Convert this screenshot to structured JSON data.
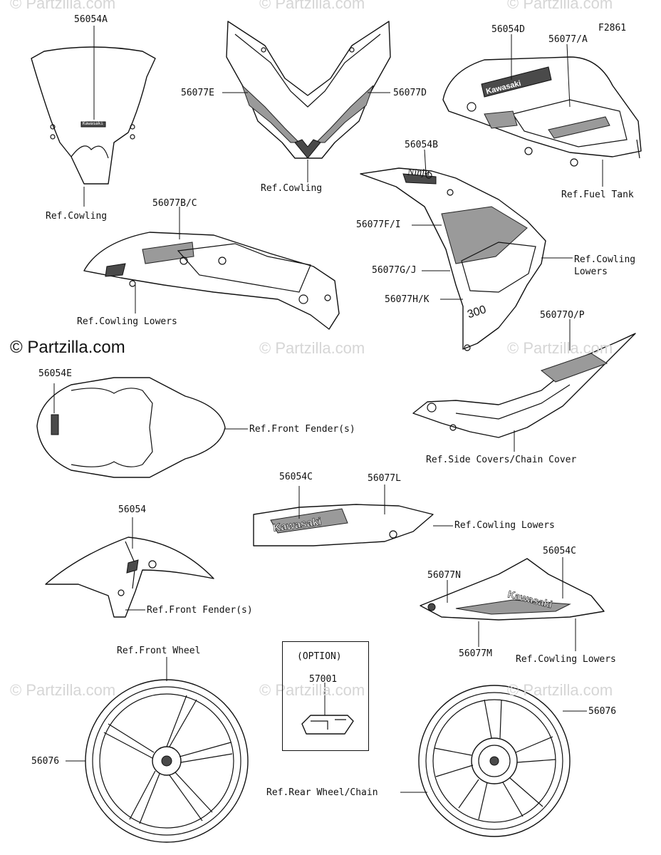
{
  "figure_id": "F2861",
  "copyright": "© Partzilla.com",
  "watermark": "© Partzilla.com",
  "option_box": {
    "title": "(OPTION)",
    "part": "57001"
  },
  "labels": {
    "p56054A": "56054A",
    "ref_cowling_1": "Ref.Cowling",
    "p56077E": "56077E",
    "p56077D": "56077D",
    "ref_cowling_2": "Ref.Cowling",
    "p56054D": "56054D",
    "p56077A": "56077/A",
    "ref_fuel_tank": "Ref.Fuel Tank",
    "p56077BC": "56077B/C",
    "ref_cowling_lowers_1": "Ref.Cowling Lowers",
    "p56054B": "56054B",
    "p56077FI": "56077F/I",
    "ref_cowling_lowers_2": "Ref.Cowling\nLowers",
    "p56077GJ": "56077G/J",
    "p56077HK": "56077H/K",
    "p56054E": "56054E",
    "ref_front_fender_1": "Ref.Front Fender(s)",
    "p56077OP": "56077O/P",
    "ref_side_covers": "Ref.Side Covers/Chain Cover",
    "p56054C_1": "56054C",
    "p56077L": "56077L",
    "ref_cowling_lowers_3": "Ref.Cowling Lowers",
    "p56054": "56054",
    "ref_front_fender_2": "Ref.Front Fender(s)",
    "p56077N": "56077N",
    "p56054C_2": "56054C",
    "p56077M": "56077M",
    "ref_cowling_lowers_4": "Ref.Cowling Lowers",
    "ref_front_wheel": "Ref.Front Wheel",
    "p56076_1": "56076",
    "p56076_2": "56076",
    "ref_rear_wheel": "Ref.Rear Wheel/Chain"
  },
  "decal_text": {
    "windscreen_badge": "Kawasaki",
    "tank_logo": "Kawasaki",
    "cowl_logo": "Ninja",
    "cowl_number": "300",
    "lower_logo": "Kawasaki",
    "side_logo": "Kawasaki"
  }
}
